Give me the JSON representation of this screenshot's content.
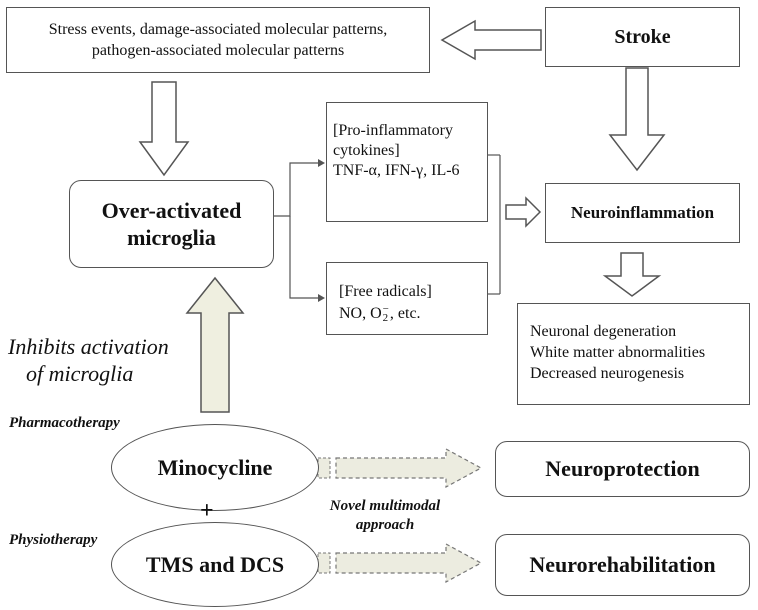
{
  "stimuli": {
    "line1": "Stress events, damage-associated molecular patterns,",
    "line2": "pathogen-associated molecular patterns"
  },
  "stroke": "Stroke",
  "microglia": {
    "line1": "Over-activated",
    "line2": "microglia"
  },
  "cytokines": {
    "line1": "[Pro-inflammatory",
    "line2": "cytokines]",
    "line3": "TNF-α, IFN-γ, IL-6"
  },
  "radicals": {
    "line1": "[Free radicals]",
    "no": "NO, O",
    "sup": "−",
    "sub": "2",
    "rest": ", etc."
  },
  "neuroinflammation": "Neuroinflammation",
  "outcomes": {
    "line1": "Neuronal degeneration",
    "line2": "White matter abnormalities",
    "line3": "Decreased neurogenesis"
  },
  "inhibit": {
    "line1": "Inhibits activation",
    "line2": "of microglia"
  },
  "pharmacotherapy": "Pharmacotherapy",
  "physiotherapy": "Physiotherapy",
  "minocycline": "Minocycline",
  "plus": "+",
  "tms": "TMS and DCS",
  "novel": {
    "line1": "Novel multimodal",
    "line2": "approach"
  },
  "neuroprotection": "Neuroprotection",
  "neurorehabilitation": "Neurorehabilitation",
  "colors": {
    "border": "#555555",
    "big_arrow_fill": "#efefe0",
    "dashed_fill": "#ecece0"
  }
}
